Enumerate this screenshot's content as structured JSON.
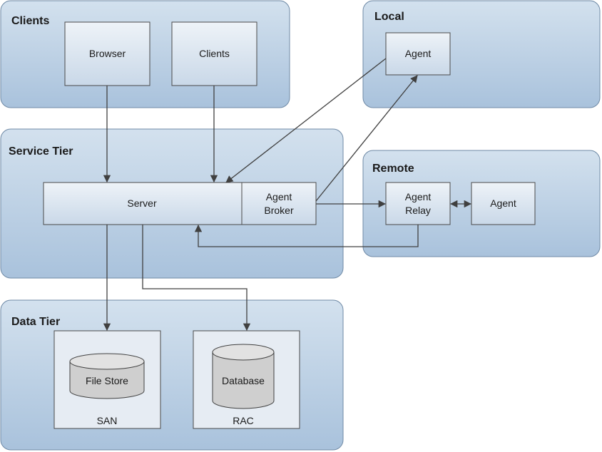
{
  "groups": {
    "clients": {
      "title": "Clients"
    },
    "local": {
      "title": "Local"
    },
    "service_tier": {
      "title": "Service Tier"
    },
    "remote": {
      "title": "Remote"
    },
    "data_tier": {
      "title": "Data Tier"
    }
  },
  "nodes": {
    "browser": "Browser",
    "clients": "Clients",
    "local_agent": "Agent",
    "server": "Server",
    "agent_broker": [
      "Agent",
      "Broker"
    ],
    "agent_relay": [
      "Agent",
      "Relay"
    ],
    "remote_agent": "Agent",
    "file_store": "File Store",
    "database": "Database",
    "san": "SAN",
    "rac": "RAC"
  },
  "colors": {
    "group_fill_top": "#d3e1ee",
    "group_fill_bottom": "#a9c2dc",
    "node_fill_top": "#eef3f8",
    "node_fill_bottom": "#c9d8e8",
    "connector": "#404040"
  }
}
